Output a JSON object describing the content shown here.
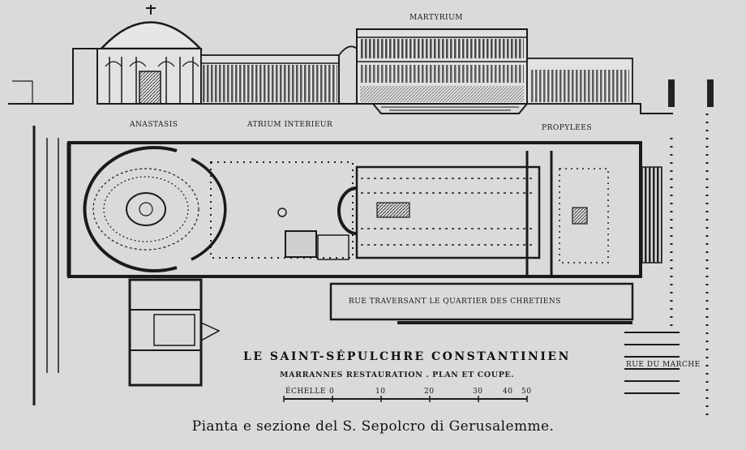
{
  "labels": {
    "top_rotunda": "ANASTASIS",
    "top_atrium": "ATRIUM INTERIEUR",
    "top_basilica": "MARTYRIUM",
    "top_propylaea": "PROPYLEES",
    "plan_bottom": "RUE TRAVERSANT LE QUARTIER DES CHRETIENS",
    "stairs_label": "RUE DU MARCHE"
  },
  "title": {
    "main": "LE SAINT-SÉPULCHRE CONSTANTINIEN",
    "sub": "MARRANNES RESTAURATION . PLAN ET COUPE."
  },
  "scale": {
    "label": "ÉCHELLE",
    "ticks": [
      "0",
      "10",
      "20",
      "30",
      "40",
      "50"
    ]
  },
  "caption": "Pianta e sezione del S. Sepolcro di Gerusalemme."
}
